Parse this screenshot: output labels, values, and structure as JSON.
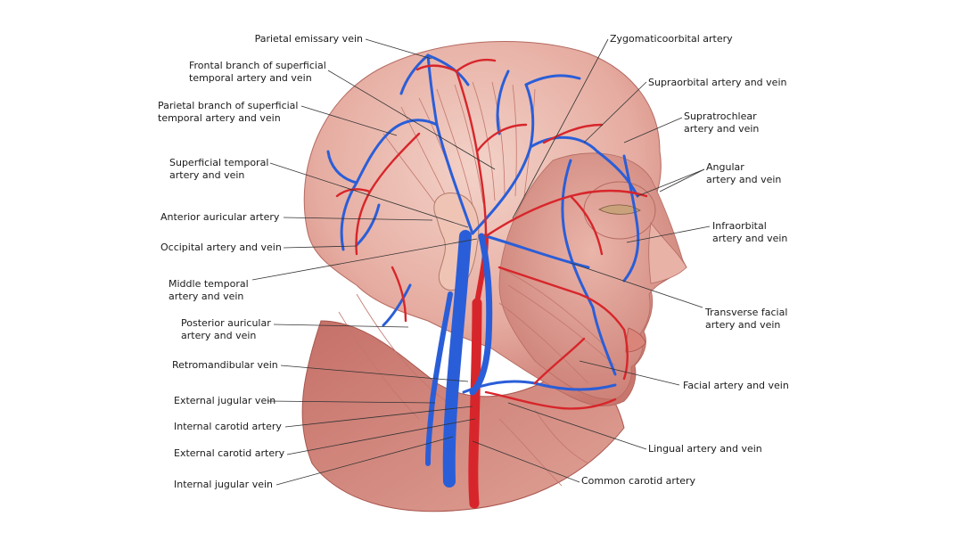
{
  "labels": {
    "parietal_emissary_vein": [
      "Parietal emissary vein"
    ],
    "frontal_branch": [
      "Frontal branch of superficial",
      "temporal artery and vein"
    ],
    "parietal_branch": [
      "Parietal branch of superficial",
      "temporal artery and vein"
    ],
    "superficial_temporal": [
      "Superficial temporal",
      "artery and vein"
    ],
    "anterior_auricular": [
      "Anterior auricular artery"
    ],
    "occipital": [
      "Occipital artery and vein"
    ],
    "middle_temporal": [
      "Middle temporal",
      "artery and vein"
    ],
    "posterior_auricular": [
      "Posterior auricular",
      "artery and vein"
    ],
    "retromandibular": [
      "Retromandibular vein"
    ],
    "external_jugular": [
      "External jugular vein"
    ],
    "internal_carotid": [
      "Internal carotid artery"
    ],
    "external_carotid": [
      "External carotid artery"
    ],
    "internal_jugular": [
      "Internal jugular vein"
    ],
    "zygomaticoorbital": [
      "Zygomaticoorbital artery"
    ],
    "supraorbital": [
      "Supraorbital artery and vein"
    ],
    "supratrochlear": [
      "Supratrochlear",
      "artery and vein"
    ],
    "angular": [
      "Angular",
      "artery and vein"
    ],
    "infraorbital": [
      "Infraorbital",
      "artery and vein"
    ],
    "transverse_facial": [
      "Transverse facial",
      "artery and vein"
    ],
    "facial": [
      "Facial artery and vein"
    ],
    "lingual": [
      "Lingual artery and vein"
    ],
    "common_carotid": [
      "Common carotid artery"
    ]
  },
  "colors": {
    "artery": "#d7262b",
    "vein": "#2a5ed8",
    "muscle": "#d9958c",
    "muscle_dark": "#b8625c",
    "skin_light": "#efc7bd",
    "leader": "#333333"
  }
}
